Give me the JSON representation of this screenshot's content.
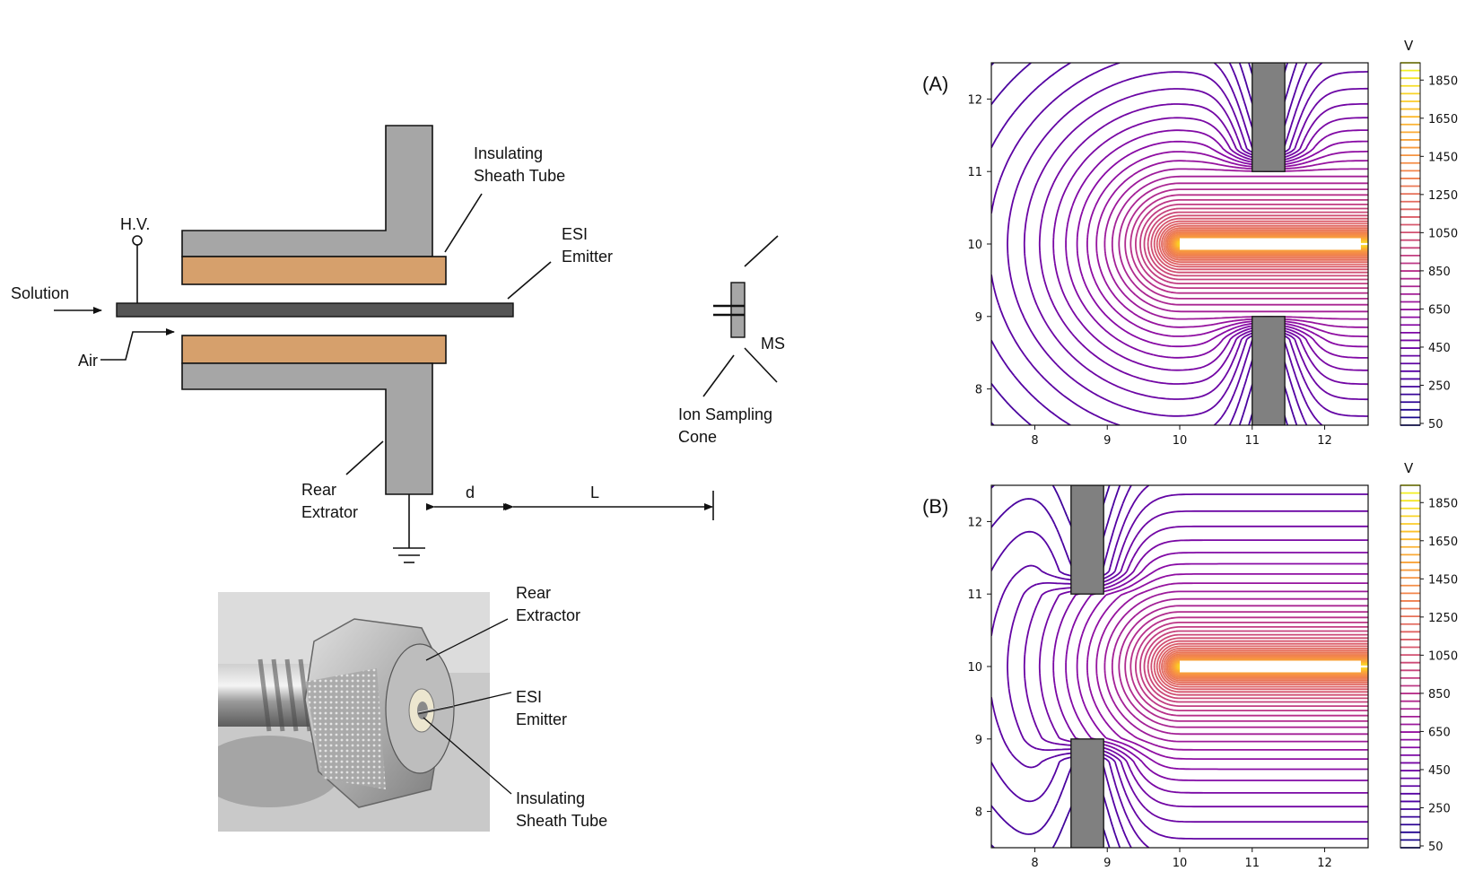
{
  "colors": {
    "gray": "#a6a6a6",
    "copper": "#d6a06c",
    "emitter": "#555555",
    "block": "#808080"
  },
  "schematic": {
    "hv": "H.V.",
    "solution": "Solution",
    "air": "Air",
    "insulating_1": "Insulating",
    "insulating_2": "Sheath Tube",
    "esi_1": "ESI",
    "esi_2": "Emitter",
    "rear_1": "Rear",
    "rear_2": "Extrator",
    "ms": "MS",
    "cone_1": "Ion Sampling",
    "cone_2": "Cone",
    "d": "d",
    "L": "L"
  },
  "photo": {
    "rear_1": "Rear",
    "rear_2": "Extractor",
    "esi_1": "ESI",
    "esi_2": "Emitter",
    "ins_1": "Insulating",
    "ins_2": "Sheath Tube"
  },
  "chart_data": [
    {
      "type": "contour",
      "panel_label": "(A)",
      "xlim": [
        7.4,
        12.6
      ],
      "ylim": [
        7.5,
        12.5
      ],
      "xticks": [
        "8",
        "9",
        "10",
        "11",
        "12"
      ],
      "yticks": [
        "8",
        "9",
        "10",
        "11",
        "12"
      ],
      "blocks": [
        {
          "x": [
            11.0,
            11.45
          ],
          "y": [
            11.0,
            12.5
          ]
        },
        {
          "x": [
            11.0,
            11.45
          ],
          "y": [
            7.5,
            9.0
          ]
        }
      ],
      "emitter": {
        "x": [
          10.0,
          12.5
        ],
        "y": [
          9.92,
          10.08
        ]
      },
      "colorbar": {
        "unit": "V",
        "range": [
          50,
          1950
        ],
        "ticks": [
          "1850",
          "1650",
          "1450",
          "1250",
          "1050",
          "850",
          "650",
          "450",
          "250",
          "50"
        ]
      }
    },
    {
      "type": "contour",
      "panel_label": "(B)",
      "xlim": [
        7.4,
        12.6
      ],
      "ylim": [
        7.5,
        12.5
      ],
      "xticks": [
        "8",
        "9",
        "10",
        "11",
        "12"
      ],
      "yticks": [
        "8",
        "9",
        "10",
        "11",
        "12"
      ],
      "blocks": [
        {
          "x": [
            8.5,
            8.95
          ],
          "y": [
            11.0,
            12.5
          ]
        },
        {
          "x": [
            8.5,
            8.95
          ],
          "y": [
            7.5,
            9.0
          ]
        }
      ],
      "emitter": {
        "x": [
          10.0,
          12.5
        ],
        "y": [
          9.92,
          10.08
        ]
      },
      "colorbar": {
        "unit": "V",
        "range": [
          50,
          1950
        ],
        "ticks": [
          "1850",
          "1650",
          "1450",
          "1250",
          "1050",
          "850",
          "650",
          "450",
          "250",
          "50"
        ]
      }
    }
  ]
}
